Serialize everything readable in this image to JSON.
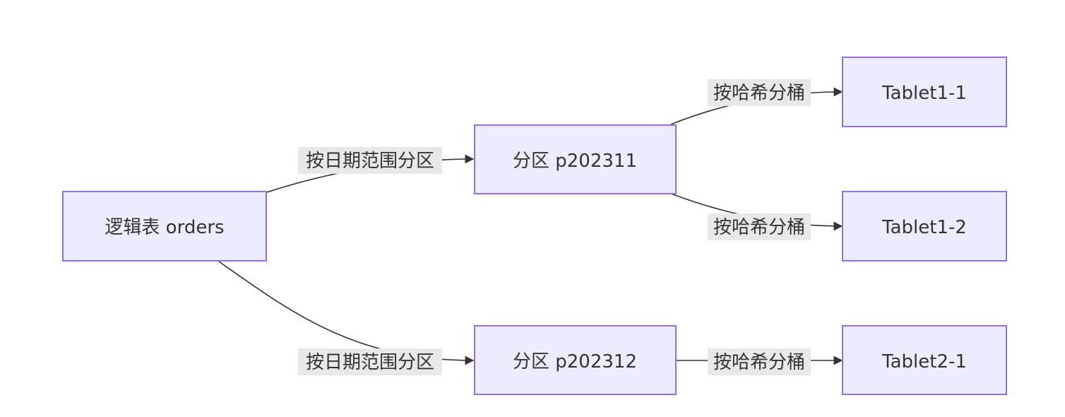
{
  "diagram": {
    "nodes": {
      "orders": "逻辑表 orders",
      "p202311": "分区 p202311",
      "p202312": "分区 p202312",
      "tablet1_1": "Tablet1-1",
      "tablet1_2": "Tablet1-2",
      "tablet2_1": "Tablet2-1"
    },
    "edges": {
      "orders_to_p202311": "按日期范围分区",
      "orders_to_p202312": "按日期范围分区",
      "p202311_to_tablet1_1": "按哈希分桶",
      "p202311_to_tablet1_2": "按哈希分桶",
      "p202312_to_tablet2_1": "按哈希分桶"
    },
    "colors": {
      "node_fill": "#ececff",
      "node_stroke": "#9370db",
      "edge_stroke": "#333333",
      "label_bg": "#e8e8e8",
      "text": "#333333"
    }
  }
}
